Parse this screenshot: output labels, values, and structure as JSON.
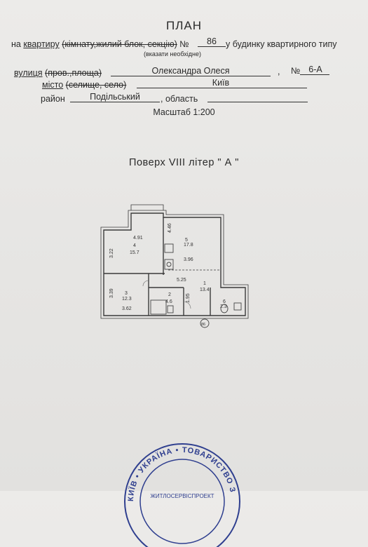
{
  "title": "ПЛАН",
  "line1": {
    "prefix": "на",
    "word_underlined": "квартиру",
    "struck": "(кімнату,жилий блок, секцію)",
    "num_label": "№",
    "number": "86",
    "suffix": "у будинку квартирного типу"
  },
  "hint": "(вказати необхідне)",
  "line2": {
    "label": "вулиця",
    "struck": "(пров.,площа)",
    "street": "Олександра Олеся",
    "num_label": "№",
    "house": "6-А"
  },
  "line3": {
    "label": "місто",
    "struck": "(селище, село)",
    "city": "Київ"
  },
  "line4": {
    "label": "район",
    "district": "Подільський",
    "oblast_label": ", область"
  },
  "scale": "Масштаб 1:200",
  "floor": "Поверх  VIII  літер \" А \"",
  "plan": {
    "rooms": [
      {
        "no": "4",
        "area": "15.7"
      },
      {
        "no": "5",
        "area": "17.8"
      },
      {
        "no": "3",
        "area": "12.3"
      },
      {
        "no": "2",
        "area": "4.6"
      },
      {
        "no": "1",
        "area": "13.4"
      },
      {
        "no": "6",
        "area": "2.3"
      }
    ],
    "dims": [
      "4.91",
      "4.46",
      "3.22",
      "3.96",
      "5.25",
      "3.39",
      "3.62",
      "1.95"
    ],
    "apt_marker": "86"
  },
  "stamp": {
    "ring_text": "КИЇВ • УКРАЇНА • ТОВАРИСТВО З",
    "inner_text": "ЖИТЛОСЕРВІСПРОЕКТ"
  }
}
